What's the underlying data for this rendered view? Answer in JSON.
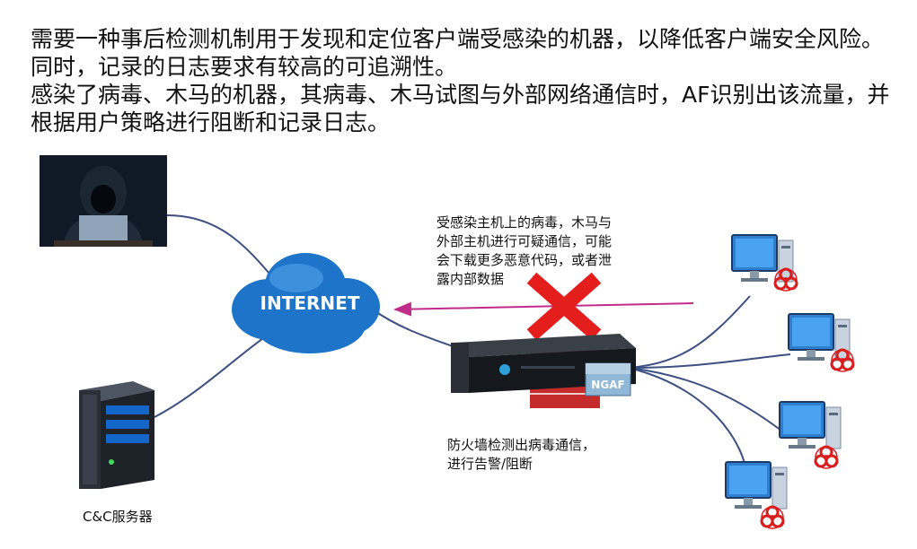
{
  "intro": {
    "line1": "需要一种事后检测机制用于发现和定位客户端受感染的机器，以降低客户端安全风险。同时，记录的日志要求有较高的可追溯性。",
    "line2": "感染了病毒、木马的机器，其病毒、木马试图与外部网络通信时，AF识别出该流量，并根据用户策略进行阻断和记录日志。"
  },
  "labels": {
    "internet": "INTERNET",
    "ngaf": "NGAF",
    "cnc_server": "C&C服务器",
    "virus_comm_1": "受感染主机上的病毒，木马与",
    "virus_comm_2": "外部主机进行可疑通信，可能",
    "virus_comm_3": "会下载更多恶意代码，或者泄",
    "virus_comm_4": "露内部数据",
    "firewall_detect_1": "防火墙检测出病毒通信，",
    "firewall_detect_2": "进行告警/阻断"
  },
  "colors": {
    "link": "#3c4f82",
    "arrow": "#c02c8a",
    "block_x": "#e41d1d",
    "cloud": "#1d74c8",
    "biohazard": "#d91e1e"
  },
  "icons": [
    "hacker-photo",
    "cloud-icon",
    "server-tower-icon",
    "firewall-appliance-icon",
    "infected-pc-icon",
    "biohazard-icon",
    "block-x-icon"
  ]
}
